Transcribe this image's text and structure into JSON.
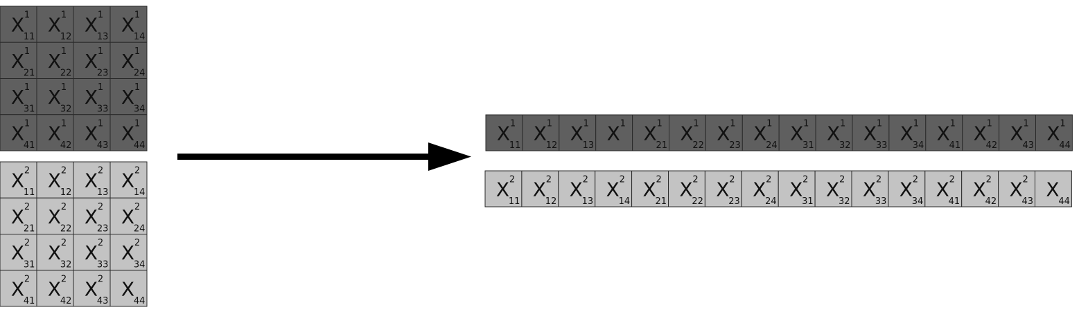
{
  "colors": {
    "matrix_1": "#5f5f5f",
    "matrix_2": "#c3c3c3",
    "border": "#2a2a2a",
    "arrow": "#000000",
    "text": "#111111"
  },
  "matrix_1": [
    [
      {
        "base": "X",
        "sup": "1",
        "sub": "11"
      },
      {
        "base": "X",
        "sup": "1",
        "sub": "12"
      },
      {
        "base": "X",
        "sup": "1",
        "sub": "13"
      },
      {
        "base": "X",
        "sup": "1",
        "sub": "14"
      }
    ],
    [
      {
        "base": "X",
        "sup": "1",
        "sub": "21"
      },
      {
        "base": "X",
        "sup": "1",
        "sub": "22"
      },
      {
        "base": "X",
        "sup": "1",
        "sub": "23"
      },
      {
        "base": "X",
        "sup": "1",
        "sub": "24"
      }
    ],
    [
      {
        "base": "X",
        "sup": "1",
        "sub": "31"
      },
      {
        "base": "X",
        "sup": "1",
        "sub": "32"
      },
      {
        "base": "X",
        "sup": "1",
        "sub": "33"
      },
      {
        "base": "X",
        "sup": "1",
        "sub": "34"
      }
    ],
    [
      {
        "base": "X",
        "sup": "1",
        "sub": "41"
      },
      {
        "base": "X",
        "sup": "1",
        "sub": "42"
      },
      {
        "base": "X",
        "sup": "1",
        "sub": "43"
      },
      {
        "base": "X",
        "sup": "1",
        "sub": "44"
      }
    ]
  ],
  "matrix_2": [
    [
      {
        "base": "X",
        "sup": "2",
        "sub": "11"
      },
      {
        "base": "X",
        "sup": "2",
        "sub": "12"
      },
      {
        "base": "X",
        "sup": "2",
        "sub": "13"
      },
      {
        "base": "X",
        "sup": "2",
        "sub": "14"
      }
    ],
    [
      {
        "base": "X",
        "sup": "2",
        "sub": "21"
      },
      {
        "base": "X",
        "sup": "2",
        "sub": "22"
      },
      {
        "base": "X",
        "sup": "2",
        "sub": "23"
      },
      {
        "base": "X",
        "sup": "2",
        "sub": "24"
      }
    ],
    [
      {
        "base": "X",
        "sup": "2",
        "sub": "31"
      },
      {
        "base": "X",
        "sup": "2",
        "sub": "32"
      },
      {
        "base": "X",
        "sup": "2",
        "sub": "33"
      },
      {
        "base": "X",
        "sup": "2",
        "sub": "34"
      }
    ],
    [
      {
        "base": "X",
        "sup": "2",
        "sub": "41"
      },
      {
        "base": "X",
        "sup": "2",
        "sub": "42"
      },
      {
        "base": "X",
        "sup": "2",
        "sub": "43"
      },
      {
        "base": "X",
        "sup": "",
        "sub": "44"
      }
    ]
  ],
  "vector_1": [
    {
      "base": "X",
      "sup": "1",
      "sub": "11"
    },
    {
      "base": "X",
      "sup": "1",
      "sub": "12"
    },
    {
      "base": "X",
      "sup": "1",
      "sub": "13"
    },
    {
      "base": "X",
      "sup": "1",
      "sub": ""
    },
    {
      "base": "X",
      "sup": "1",
      "sub": "21"
    },
    {
      "base": "X",
      "sup": "1",
      "sub": "22"
    },
    {
      "base": "X",
      "sup": "1",
      "sub": "23"
    },
    {
      "base": "X",
      "sup": "1",
      "sub": "24"
    },
    {
      "base": "X",
      "sup": "1",
      "sub": "31"
    },
    {
      "base": "X",
      "sup": "1",
      "sub": "32"
    },
    {
      "base": "X",
      "sup": "1",
      "sub": "33"
    },
    {
      "base": "X",
      "sup": "1",
      "sub": "34"
    },
    {
      "base": "X",
      "sup": "1",
      "sub": "41"
    },
    {
      "base": "X",
      "sup": "1",
      "sub": "42"
    },
    {
      "base": "X",
      "sup": "1",
      "sub": "43"
    },
    {
      "base": "X",
      "sup": "1",
      "sub": "44"
    }
  ],
  "vector_2": [
    {
      "base": "X",
      "sup": "2",
      "sub": "11"
    },
    {
      "base": "X",
      "sup": "2",
      "sub": "12"
    },
    {
      "base": "X",
      "sup": "2",
      "sub": "13"
    },
    {
      "base": "X",
      "sup": "2",
      "sub": "14"
    },
    {
      "base": "X",
      "sup": "2",
      "sub": "21"
    },
    {
      "base": "X",
      "sup": "2",
      "sub": "22"
    },
    {
      "base": "X",
      "sup": "2",
      "sub": "23"
    },
    {
      "base": "X",
      "sup": "2",
      "sub": "24"
    },
    {
      "base": "X",
      "sup": "2",
      "sub": "31"
    },
    {
      "base": "X",
      "sup": "2",
      "sub": "32"
    },
    {
      "base": "X",
      "sup": "2",
      "sub": "33"
    },
    {
      "base": "X",
      "sup": "2",
      "sub": "34"
    },
    {
      "base": "X",
      "sup": "2",
      "sub": "41"
    },
    {
      "base": "X",
      "sup": "2",
      "sub": "42"
    },
    {
      "base": "X",
      "sup": "2",
      "sub": "43"
    },
    {
      "base": "X",
      "sup": "",
      "sub": "44"
    }
  ]
}
